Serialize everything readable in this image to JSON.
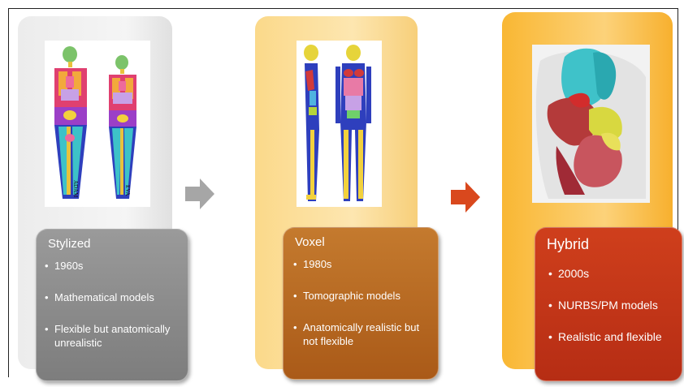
{
  "stages": [
    {
      "title": "Stylized",
      "bullets": [
        "1960s",
        "Mathematical models",
        "Flexible but anatomically unrealistic"
      ],
      "phantom_labels": [
        "ADAM",
        "EVA"
      ],
      "card_color": "#d9d9d9",
      "panel_color": "#8c8c8c"
    },
    {
      "title": "Voxel",
      "bullets": [
        "1980s",
        "Tomographic models",
        "Anatomically realistic but not flexible"
      ],
      "card_color": "#fbd98a",
      "panel_color": "#b86a1f"
    },
    {
      "title": "Hybrid",
      "bullets": [
        "2000s",
        "NURBS/PM models",
        "Realistic and flexible"
      ],
      "card_color": "#fbc04a",
      "panel_color": "#c23a1a"
    }
  ],
  "arrows": [
    {
      "from": "Stylized",
      "to": "Voxel",
      "color": "#a6a6a6"
    },
    {
      "from": "Voxel",
      "to": "Hybrid",
      "color": "#d9481d"
    }
  ]
}
